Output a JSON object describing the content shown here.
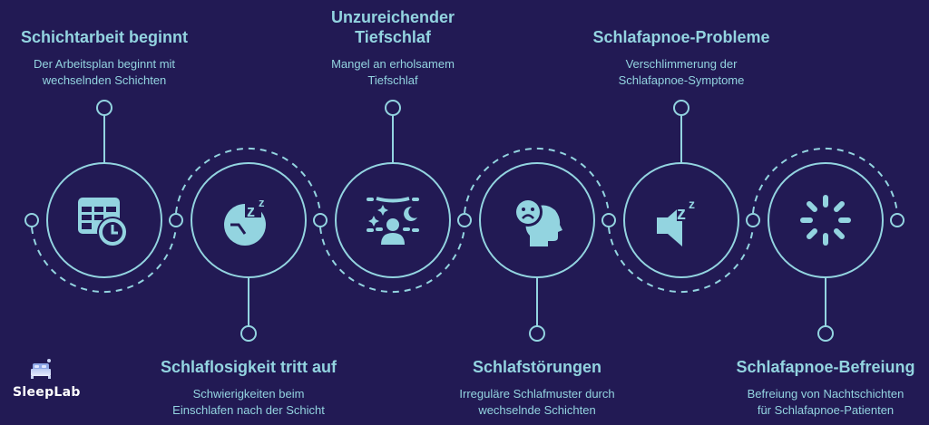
{
  "colors": {
    "background": "#221a54",
    "accent": "#93d4e0",
    "logo_text": "#ffffff"
  },
  "steps": [
    {
      "title": "Schichtarbeit beginnt",
      "description_line1": "Der Arbeitsplan beginnt mit",
      "description_line2": "wechselnden Schichten",
      "icon": "calendar-clock-icon",
      "label_position": "top"
    },
    {
      "title": "Schlaflosigkeit tritt auf",
      "description_line1": "Schwierigkeiten beim",
      "description_line2": "Einschlafen nach der Schicht",
      "icon": "clock-sleep-icon",
      "label_position": "bottom"
    },
    {
      "title_line1": "Unzureichender",
      "title_line2": "Tiefschlaf",
      "description_line1": "Mangel an erholsamem",
      "description_line2": "Tiefschlaf",
      "icon": "night-sky-person-icon",
      "label_position": "top"
    },
    {
      "title": "Schlafstörungen",
      "description_line1": "Irreguläre Schlafmuster durch",
      "description_line2": "wechselnde Schichten",
      "icon": "sad-head-icon",
      "label_position": "bottom"
    },
    {
      "title": "Schlafapnoe-Probleme",
      "description_line1": "Verschlimmerung der",
      "description_line2": "Schlafapnoe-Symptome",
      "icon": "snore-speaker-icon",
      "label_position": "top"
    },
    {
      "title": "Schlafapnoe-Befreiung",
      "description_line1": "Befreiung von Nachtschichten",
      "description_line2": "für Schlafapnoe-Patienten",
      "icon": "loading-spinner-icon",
      "label_position": "bottom"
    }
  ],
  "logo": {
    "text": "SleepLab",
    "icon": "bed-icon"
  }
}
